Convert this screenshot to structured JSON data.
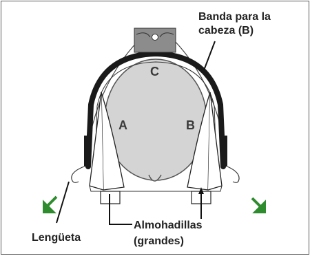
{
  "labels": {
    "headband_line1": "Banda para la",
    "headband_line2": "cabeza (B)",
    "pads_line1": "Almohadillas",
    "pads_line2": "(grandes)",
    "tab": "Lengüeta",
    "letter_c": "C",
    "letter_a": "A",
    "letter_b": "B"
  },
  "colors": {
    "arrow": "#2e8b2e",
    "band": "#1a1a1a",
    "head": "#d4d4d4",
    "block": "#8c8c8c"
  }
}
